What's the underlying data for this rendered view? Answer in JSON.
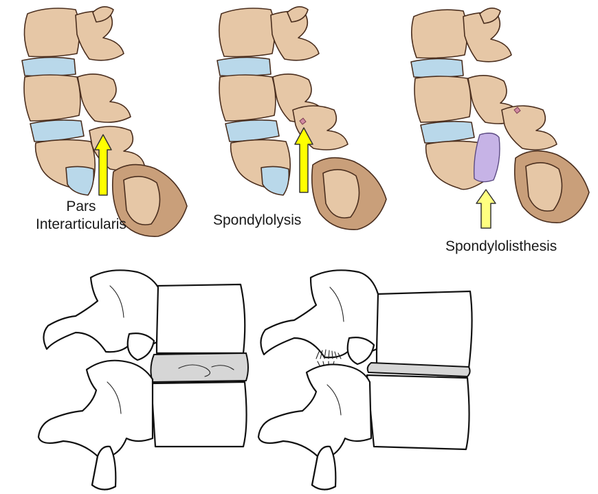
{
  "labels": {
    "pars": "Pars\nInterarticularis",
    "lysis": "Spondylolysis",
    "listhesis": "Spondylolisthesis"
  },
  "colors": {
    "bone": "#e6c7a6",
    "bone_shadow": "#c99f7a",
    "disc": "#b9d8ea",
    "slip_disc": "#c6b3e6",
    "arrow_fill": "#ffff00",
    "outline": "#4a2e1e"
  },
  "icons": {
    "arrow": "arrow-up-icon"
  }
}
